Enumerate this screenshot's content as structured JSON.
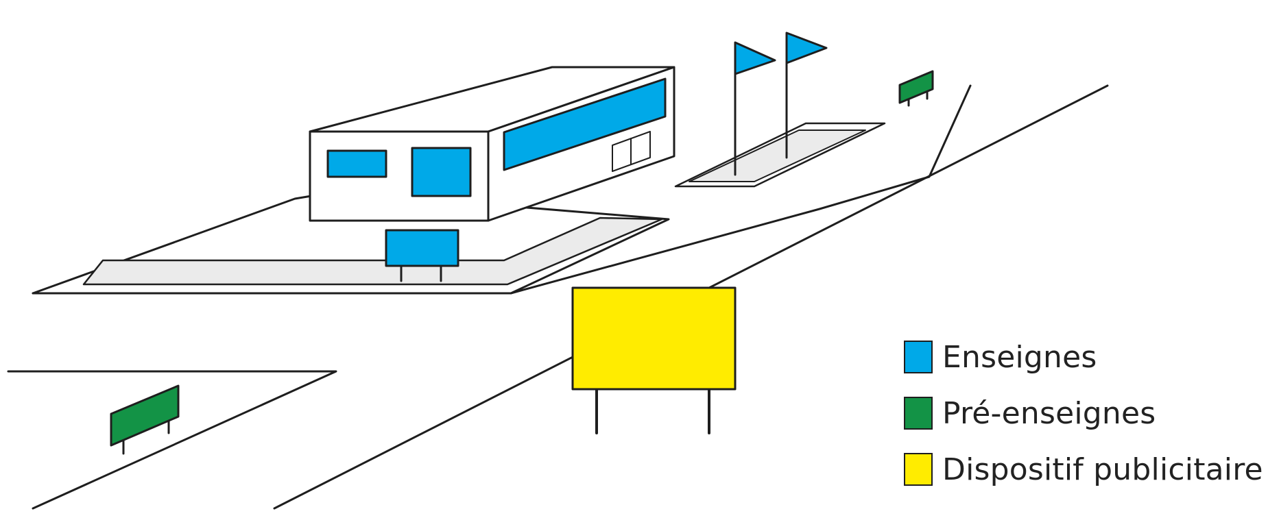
{
  "colors": {
    "enseigne": "#00a9e8",
    "pre_enseigne": "#139346",
    "publicitaire": "#ffec00",
    "ground": "#ebebeb",
    "line": "#1e1e1e"
  },
  "legend": {
    "items": [
      {
        "label": "Enseignes",
        "color_key": "enseigne"
      },
      {
        "label": "Pré-enseignes",
        "color_key": "pre_enseigne"
      },
      {
        "label": "Dispositif publicitaire",
        "color_key": "publicitaire"
      }
    ]
  }
}
